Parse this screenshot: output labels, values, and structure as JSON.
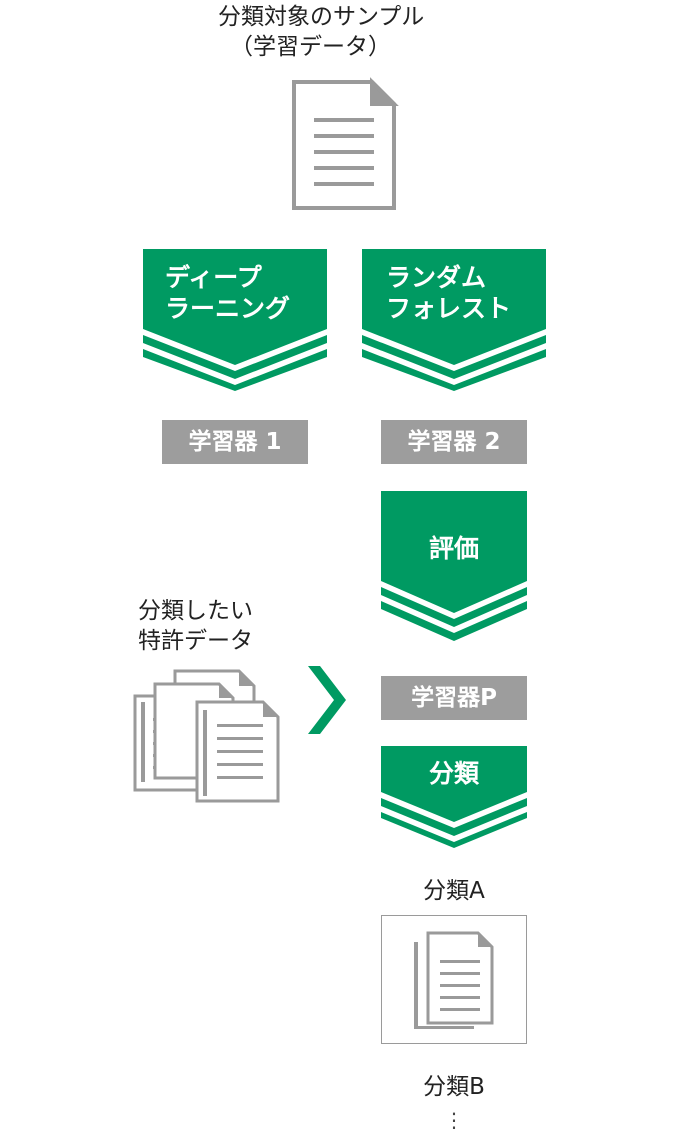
{
  "colors": {
    "green": "#009a62",
    "gray": "#9d9d9d",
    "icon_gray": "#9a9a9a",
    "text": "#222222"
  },
  "training_samples": {
    "line1": "分類対象のサンプル",
    "line2": "（学習データ）",
    "icon": "document-icon"
  },
  "algorithms": [
    {
      "line1": "ディープ",
      "line2": "ラーニング",
      "learner": "学習器 1"
    },
    {
      "line1": "ランダム",
      "line2": "フォレスト",
      "learner": "学習器 2"
    }
  ],
  "evaluation": {
    "label": "評価",
    "learner": "学習器P"
  },
  "classify": {
    "label": "分類"
  },
  "target": {
    "line1": "分類したい",
    "line2": "特許データ",
    "icon": "documents-stack-icon",
    "arrow_icon": "chevron-right-icon"
  },
  "results": {
    "class_a": "分類A",
    "class_b": "分類B",
    "more": "⋮",
    "icon": "documents-stack-icon"
  }
}
